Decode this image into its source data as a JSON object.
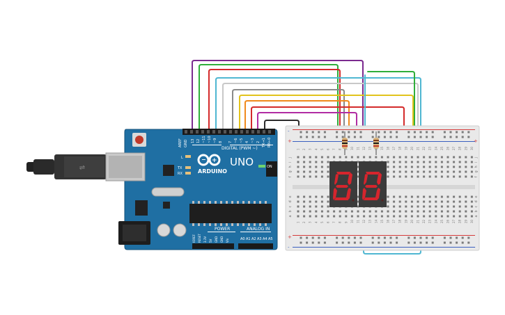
{
  "board": {
    "aref_label": "AREF",
    "gnd_label": "GND",
    "digital_header_label": "DIGITAL (PWM ~)",
    "pin_labels": [
      "13",
      "12",
      "~11",
      "~10",
      "~9",
      "8",
      "7",
      "~6",
      "~5",
      "4",
      "~3",
      "2",
      "TX→1",
      "RX←0"
    ],
    "brand": "ARDUINO",
    "model": "UNO",
    "on_led_label": "ON",
    "l_led_label": "L",
    "tx_label": "TX",
    "rx_label": "RX",
    "power_label": "POWER",
    "analog_label": "ANALOG IN",
    "power_pin_labels": [
      "IOREF",
      "RESET",
      "3.3V",
      "5V",
      "GND",
      "GND",
      "Vin"
    ],
    "analog_pin_labels": [
      "A0",
      "A1",
      "A2",
      "A3",
      "A4",
      "A5"
    ]
  },
  "breadboard": {
    "column_numbers": [
      "1",
      "2",
      "3",
      "4",
      "5",
      "6",
      "7",
      "8",
      "9",
      "10",
      "11",
      "12",
      "13",
      "14",
      "15",
      "16",
      "17",
      "18",
      "19",
      "20",
      "21",
      "22",
      "23",
      "24",
      "25",
      "26",
      "27",
      "28",
      "29",
      "30"
    ],
    "row_letters_top": [
      "j",
      "i",
      "h",
      "g",
      "f"
    ],
    "row_letters_bottom": [
      "e",
      "d",
      "c",
      "b",
      "a"
    ],
    "plus_label": "+",
    "minus_label": "-"
  },
  "colors": {
    "board": "#1f6fa3",
    "board_dark": "#15517a",
    "breadboard": "#e9e9e9",
    "rail_red": "#d43b3b",
    "rail_blue": "#3a5fbf",
    "display_body": "#3b3b3b",
    "segment_on": "#d6252d",
    "wire_colors": [
      "#7b2a8f",
      "#2fae3a",
      "#d42a2a",
      "#4fb7d2",
      "#c8c8c8",
      "#8a8a8a",
      "#e2c31c",
      "#f08a1c",
      "#d42a2a",
      "#b12ca3",
      "#2b2b2b"
    ]
  }
}
